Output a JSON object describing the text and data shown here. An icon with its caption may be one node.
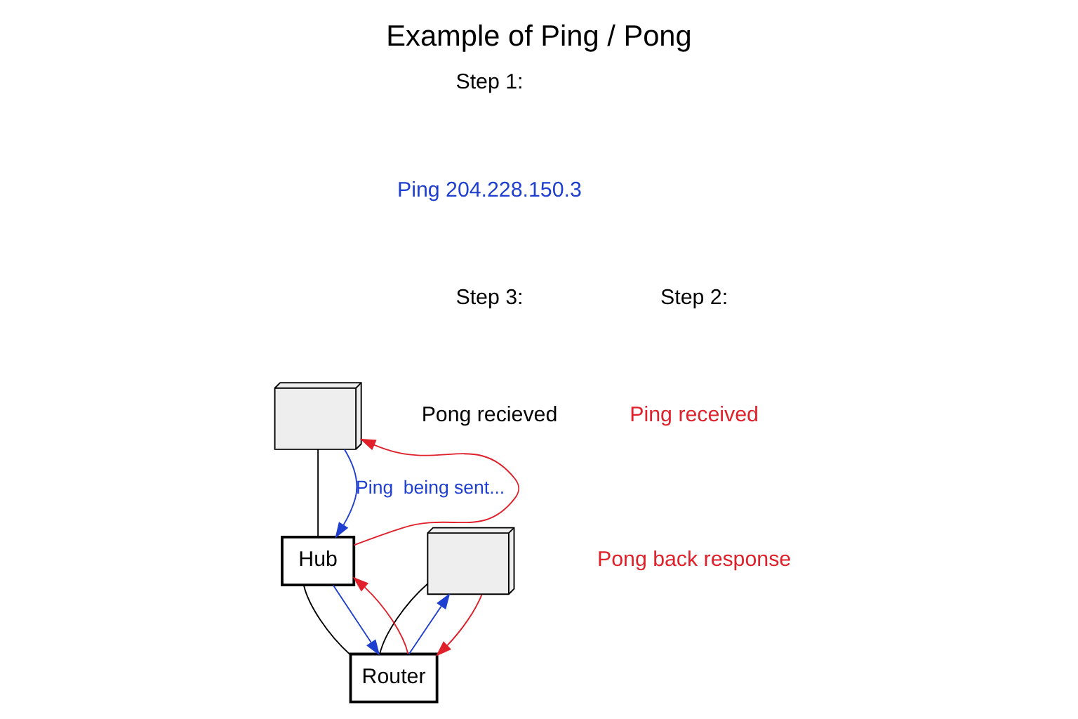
{
  "diagram": {
    "title": "Example of Ping / Pong",
    "nodes": [
      {
        "text": [],
        "shape": "computer"
      },
      {
        "text": [
          "Hub"
        ]
      },
      {
        "text": [],
        "shape": "computer"
      },
      {
        "text": [
          "Router"
        ]
      }
    ],
    "edges": [
      {
        "from": 0,
        "to": 1,
        "arrow": "none"
      },
      {
        "from": 1,
        "to": 3,
        "arrow": "none"
      },
      {
        "from": 2,
        "to": 3,
        "arrow": "none"
      },
      {
        "from": 0,
        "to": 1,
        "arrow": "to",
        "color": "#1f3fd0",
        "label": "Ping  being sent..."
      },
      {
        "from": 1,
        "to": 3,
        "arrow": "to",
        "color": "#1f3fd0"
      },
      {
        "from": 3,
        "to": 2,
        "arrow": "to",
        "color": "#1f3fd0"
      },
      {
        "from": 2,
        "to": 3,
        "arrow": "to",
        "color": "#e0202a"
      },
      {
        "from": 3,
        "to": 1,
        "arrow": "to",
        "color": "#e0202a"
      },
      {
        "from": 1,
        "to": 0,
        "arrow": "to",
        "color": "#e0202a"
      }
    ],
    "labels": [
      "Step 1:",
      "Ping 204.228.150.3",
      "Step 3:",
      "Pong recieved",
      "Step 2:",
      "Ping received",
      "Pong back response"
    ]
  }
}
